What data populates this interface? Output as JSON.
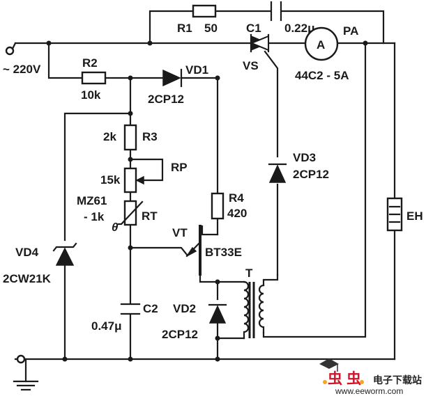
{
  "supply": {
    "label": "~ 220V"
  },
  "components": {
    "R1": {
      "ref": "R1",
      "value": "50"
    },
    "C1": {
      "ref": "C1",
      "value": "0.22μ"
    },
    "PA": {
      "ref": "PA",
      "symbol": "A",
      "model": "44C2 - 5A"
    },
    "VS": {
      "ref": "VS"
    },
    "R2": {
      "ref": "R2",
      "value": "10k"
    },
    "VD1": {
      "ref": "VD1",
      "model": "2CP12"
    },
    "R3": {
      "ref": "R3",
      "value": "2k"
    },
    "RP": {
      "ref": "RP",
      "value": "15k"
    },
    "RT": {
      "ref": "RT",
      "model": "MZ61",
      "value": "- 1k",
      "symbol": "θ"
    },
    "R4": {
      "ref": "R4",
      "value": "420"
    },
    "VT": {
      "ref": "VT",
      "model": "BT33E"
    },
    "VD3": {
      "ref": "VD3",
      "model": "2CP12"
    },
    "VD4": {
      "ref": "VD4",
      "model": "2CW21K"
    },
    "C2": {
      "ref": "C2",
      "value": "0.47μ"
    },
    "VD2": {
      "ref": "VD2",
      "model": "2CP12"
    },
    "T": {
      "ref": "T"
    },
    "EH": {
      "ref": "EH"
    }
  },
  "watermark": {
    "brand": "电子下载站",
    "url": "www.eeworm.com"
  }
}
